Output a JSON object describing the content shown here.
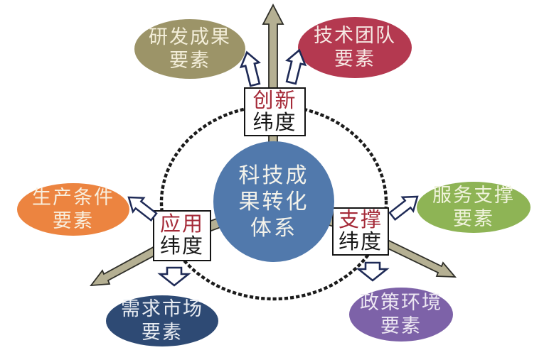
{
  "diagram_title": "科技成果转化体系",
  "center_circle": {
    "lines": [
      "科技成",
      "果转化",
      "体系"
    ],
    "fill": "#5179ac",
    "text_color": "#f3f2ea"
  },
  "colors": {
    "accent_red": "#a52a38",
    "box_text": "#161616",
    "flow_arrow_fill": "#b5b093",
    "flow_arrow_outline": "#2e2e28",
    "block_arrow_fill": "#ffffff",
    "block_arrow_outline": "#1e2a56",
    "dotted_ring": "#1b1b1b"
  },
  "dimension_boxes": [
    {
      "id": "innovation",
      "accent": "创新",
      "label": "纬度"
    },
    {
      "id": "application",
      "accent": "应用",
      "label": "纬度"
    },
    {
      "id": "support",
      "accent": "支撑",
      "label": "纬度"
    }
  ],
  "factor_ellipses": [
    {
      "id": "rd-achievements",
      "line1": "研发成果",
      "line2": "要素",
      "fill": "#9c9468",
      "text_color": "#f3eed9"
    },
    {
      "id": "tech-team",
      "line1": "技术团队",
      "line2": "要素",
      "fill": "#b43950",
      "text_color": "#f6e9e4"
    },
    {
      "id": "production-conditions",
      "line1": "生产条件",
      "line2": "要素",
      "fill": "#ec8440",
      "text_color": "#f8eedd"
    },
    {
      "id": "service-support",
      "line1": "服务支撑",
      "line2": "要素",
      "fill": "#8eb455",
      "text_color": "#f0f3dc"
    },
    {
      "id": "demand-market",
      "line1": "需求市场",
      "line2": "要素",
      "fill": "#2e4a74",
      "text_color": "#e8ecf2"
    },
    {
      "id": "policy-environment",
      "line1": "政策环境",
      "line2": "要素",
      "fill": "#7d62a8",
      "text_color": "#ece7f2"
    }
  ]
}
